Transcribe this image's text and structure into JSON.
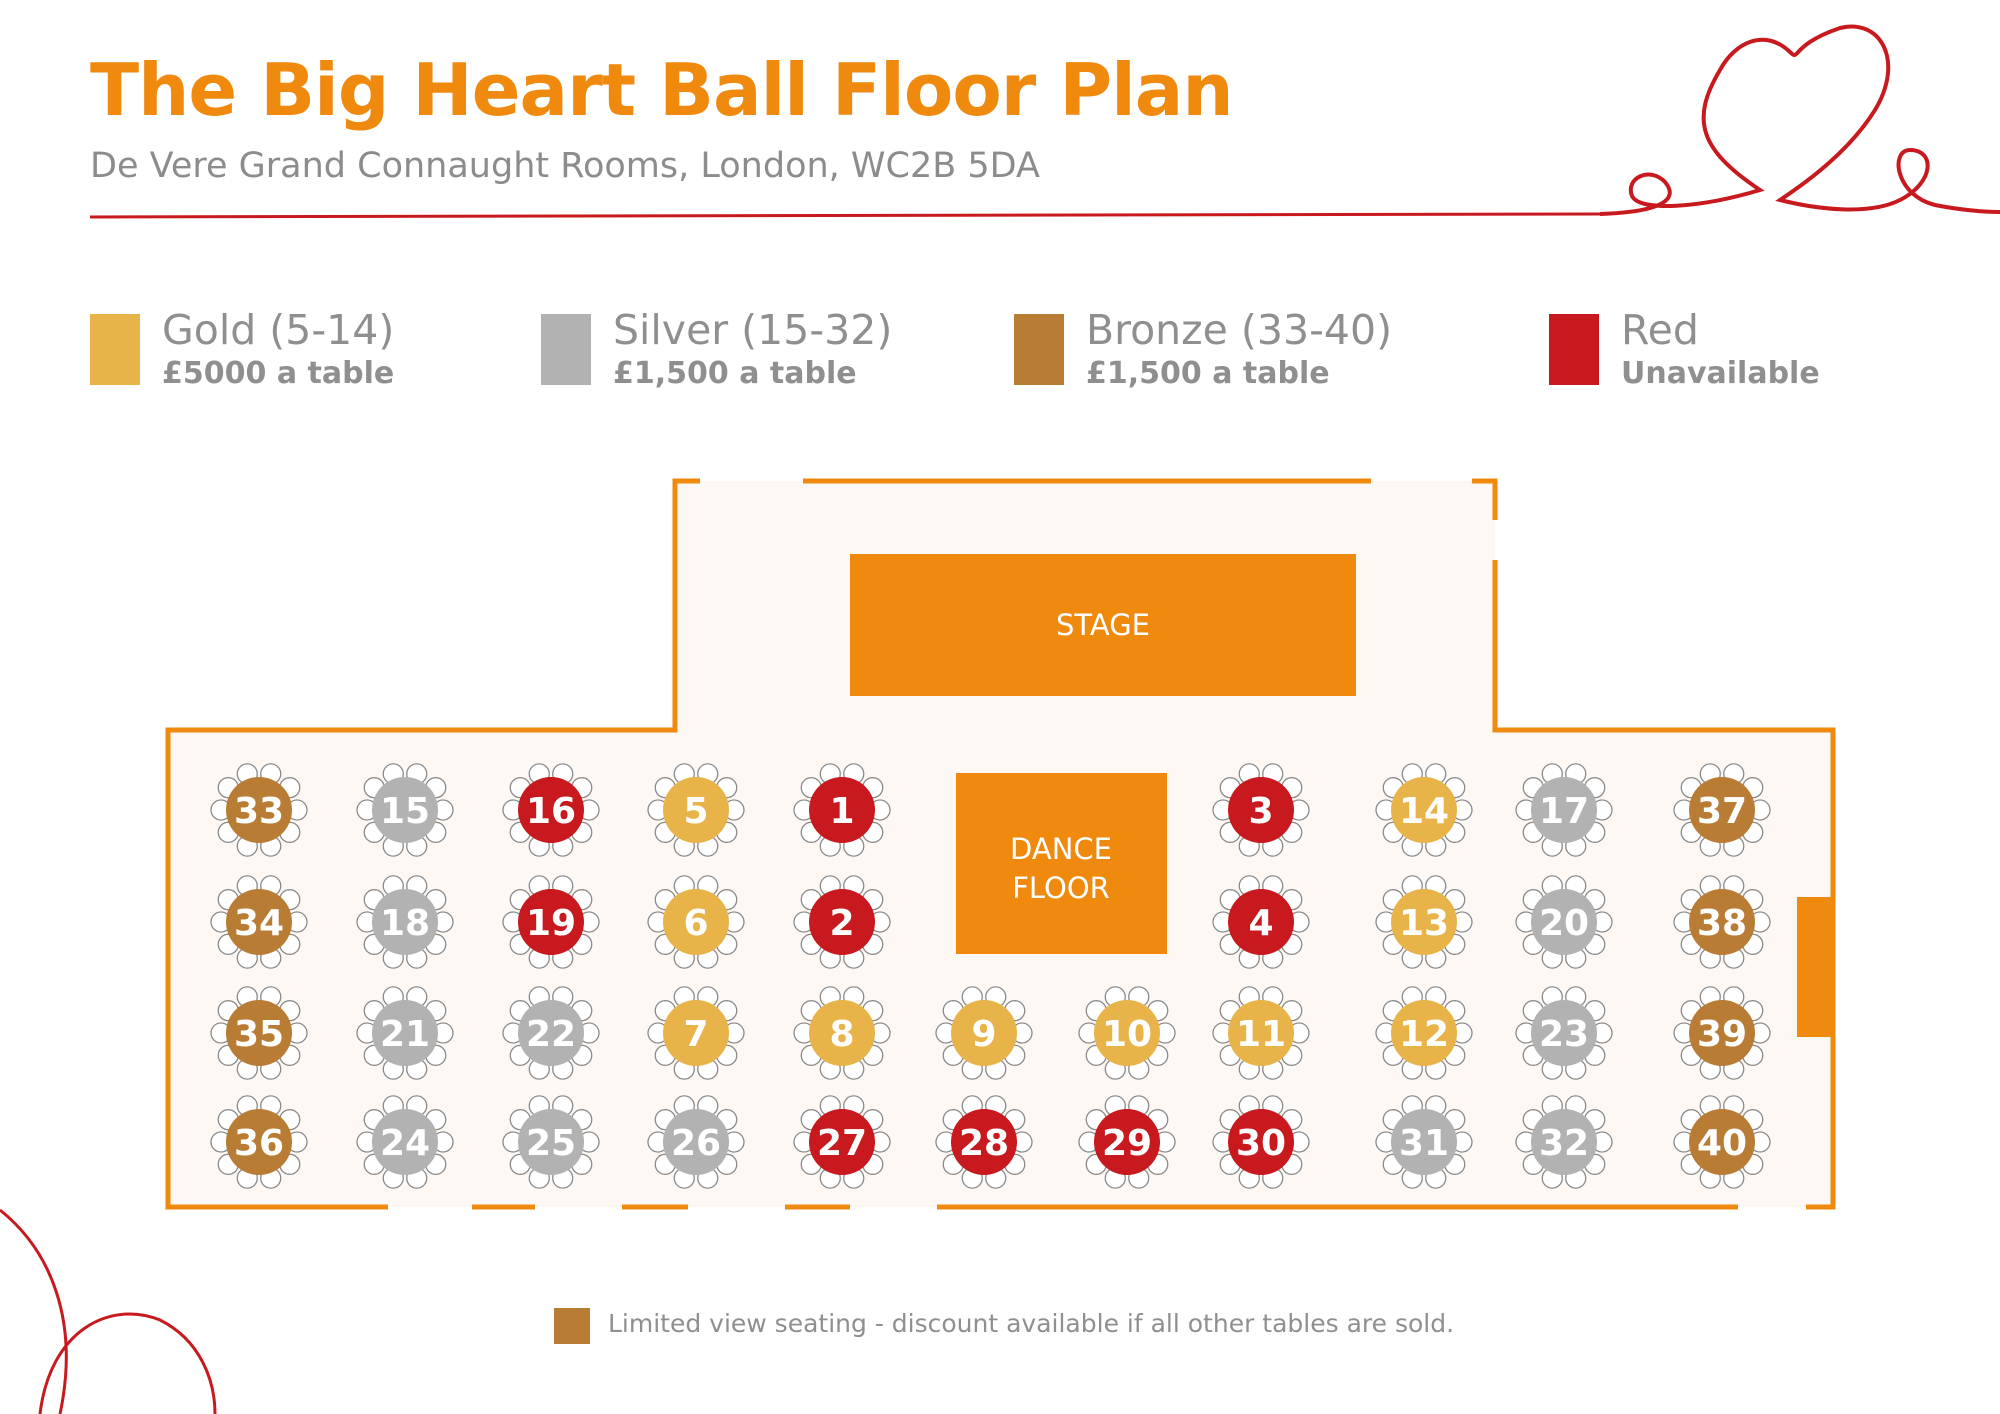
{
  "header": {
    "title": "The Big Heart Ball Floor Plan",
    "subtitle": "De Vere Grand Connaught Rooms, London, WC2B 5DA"
  },
  "colors": {
    "accent": "#ef8a0f",
    "line": "#c8191e",
    "gold": "#e8b44a",
    "silver": "#b2b2b2",
    "bronze": "#b97c34",
    "red": "#c8191e",
    "floor": "#fdf8f3"
  },
  "legend": [
    {
      "key": "gold",
      "name": "Gold (5-14)",
      "price": "£5000 a table"
    },
    {
      "key": "silver",
      "name": "Silver (15-32)",
      "price": "£1,500 a table"
    },
    {
      "key": "bronze",
      "name": "Bronze (33-40)",
      "price": "£1,500 a table"
    },
    {
      "key": "red",
      "name": "Red",
      "price": "Unavailable"
    }
  ],
  "plan": {
    "stage_label": "STAGE",
    "dance_floor_label_line1": "DANCE",
    "dance_floor_label_line2": "FLOOR"
  },
  "tables": [
    {
      "number": "33",
      "category": "bronze"
    },
    {
      "number": "15",
      "category": "silver"
    },
    {
      "number": "16",
      "category": "red"
    },
    {
      "number": "5",
      "category": "gold"
    },
    {
      "number": "1",
      "category": "red"
    },
    {
      "number": "3",
      "category": "red"
    },
    {
      "number": "14",
      "category": "gold"
    },
    {
      "number": "17",
      "category": "silver"
    },
    {
      "number": "37",
      "category": "bronze"
    },
    {
      "number": "34",
      "category": "bronze"
    },
    {
      "number": "18",
      "category": "silver"
    },
    {
      "number": "19",
      "category": "red"
    },
    {
      "number": "6",
      "category": "gold"
    },
    {
      "number": "2",
      "category": "red"
    },
    {
      "number": "4",
      "category": "red"
    },
    {
      "number": "13",
      "category": "gold"
    },
    {
      "number": "20",
      "category": "silver"
    },
    {
      "number": "38",
      "category": "bronze"
    },
    {
      "number": "35",
      "category": "bronze"
    },
    {
      "number": "21",
      "category": "silver"
    },
    {
      "number": "22",
      "category": "silver"
    },
    {
      "number": "7",
      "category": "gold"
    },
    {
      "number": "8",
      "category": "gold"
    },
    {
      "number": "9",
      "category": "gold"
    },
    {
      "number": "10",
      "category": "gold"
    },
    {
      "number": "11",
      "category": "gold"
    },
    {
      "number": "12",
      "category": "gold"
    },
    {
      "number": "23",
      "category": "silver"
    },
    {
      "number": "39",
      "category": "bronze"
    },
    {
      "number": "36",
      "category": "bronze"
    },
    {
      "number": "24",
      "category": "silver"
    },
    {
      "number": "25",
      "category": "silver"
    },
    {
      "number": "26",
      "category": "silver"
    },
    {
      "number": "27",
      "category": "red"
    },
    {
      "number": "28",
      "category": "red"
    },
    {
      "number": "29",
      "category": "red"
    },
    {
      "number": "30",
      "category": "red"
    },
    {
      "number": "31",
      "category": "silver"
    },
    {
      "number": "32",
      "category": "silver"
    },
    {
      "number": "40",
      "category": "bronze"
    }
  ],
  "footnote": {
    "category": "bronze",
    "text": "Limited view seating - discount available if all other tables are sold."
  }
}
